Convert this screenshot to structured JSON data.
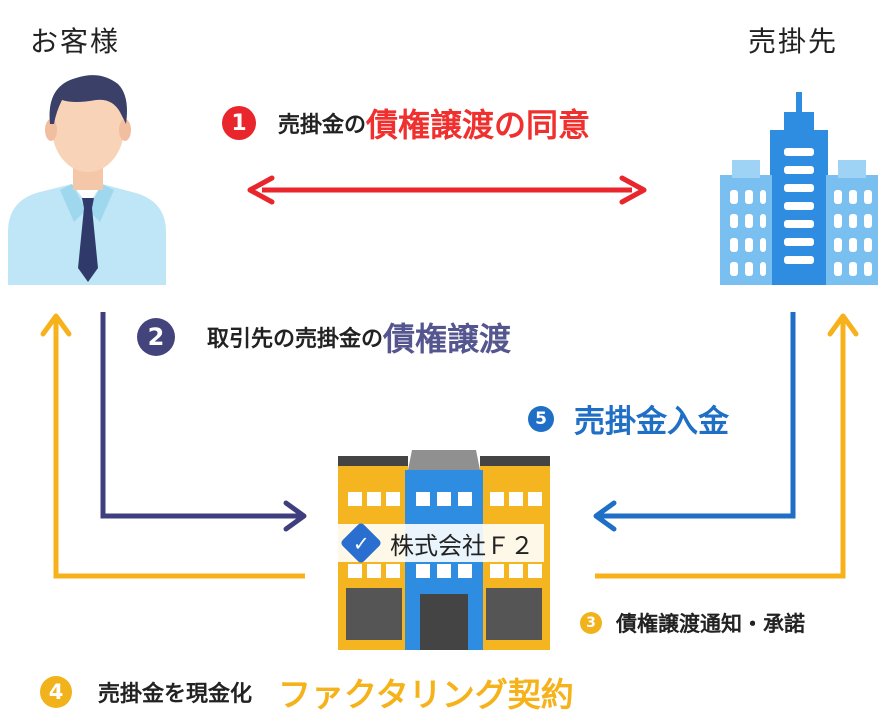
{
  "parties": {
    "customer": "お客様",
    "debtor": "売掛先"
  },
  "steps": {
    "s1": {
      "num": "1",
      "text": "売掛金の",
      "highlight": "債権譲渡の同意",
      "color": "#e8262b",
      "highlight_color": "#f0302e"
    },
    "s2": {
      "num": "2",
      "text": "取引先の売掛金の",
      "highlight": "債権譲渡",
      "color": "#44447c",
      "highlight_color": "#55558f"
    },
    "s3": {
      "num": "3",
      "text": "債権譲渡通知・承諾",
      "color": "#f2b21b"
    },
    "s4": {
      "num": "4",
      "text": "売掛金を現金化",
      "highlight": "ファクタリング契約",
      "color": "#f2b21b",
      "highlight_color": "#f6b21a"
    },
    "s5": {
      "num": "5",
      "text": "売掛金入金",
      "color": "#1f6fc6",
      "text_color": "#1f6fc6"
    }
  },
  "company": {
    "name": "株式会社Ｆ２"
  },
  "colors": {
    "red_arrow": "#e8262b",
    "navy_arrow": "#3f3f80",
    "blue_arrow": "#1f6fc6",
    "yellow_arrow": "#f7b21b"
  },
  "icons": [
    "person-icon",
    "office-building-icon",
    "company-building-icon",
    "checkmark-icon"
  ]
}
